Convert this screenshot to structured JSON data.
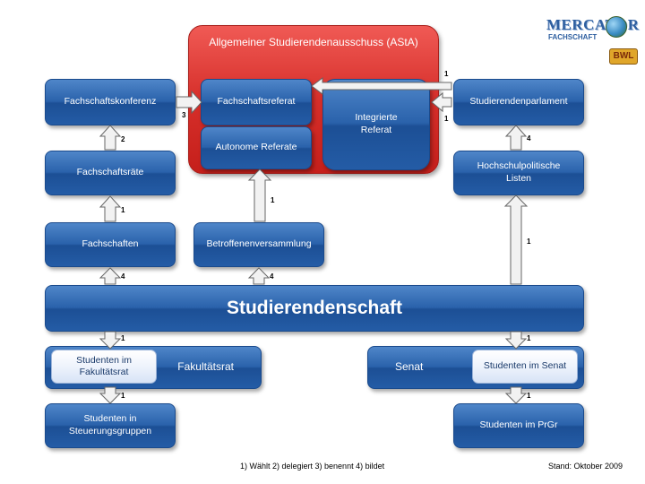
{
  "asta": {
    "title": "Allgemeiner Studierendenausschuss (AStA)"
  },
  "boxes": {
    "fachschaftskonferenz": "Fachschaftskonferenz",
    "fachschaftsraete": "Fachschaftsräte",
    "fachschaften": "Fachschaften",
    "fachschaftsreferat": "Fachschaftsreferat",
    "autonome_referate": "Autonome Referate",
    "integrierte_referat": "Integrierte Referat",
    "betroffenenversammlung": "Betroffenenversammlung",
    "studierendenparlament": "Studierendenparlament",
    "hochschulpolitische_listen": "Hochschulpolitische Listen",
    "studierendenschaft": "Studierendenschaft",
    "fakultaetsrat": "Fakultätsrat",
    "studenten_im_fakultaetsrat": "Studenten im Fakultätsrat",
    "senat": "Senat",
    "studenten_im_senat": "Studenten im Senat",
    "studenten_in_steuerungsgruppen": "Studenten in Steuerungsgruppen",
    "studenten_im_prgr": "Studenten im PrGr"
  },
  "labels": {
    "fk_to_fr": "3",
    "fr_to_fk": "2",
    "fs_to_fr": "1",
    "sch_to_fs": "4",
    "bv_to_asta": "1",
    "sch_to_bv": "4",
    "sp_to_asta_top": "1",
    "sp_to_asta_bottom": "1",
    "hl_to_sp": "4",
    "sch_to_hl": "1",
    "sch_to_fkr": "1",
    "fkr_to_stg": "1",
    "sch_to_senat": "1",
    "senat_to_prgr": "1"
  },
  "logo": {
    "line1": "Mercator",
    "line2": "Fachschaft",
    "badge": "BWL"
  },
  "footer": {
    "legend": "1) Wählt   2) delegiert  3) benennt  4) bildet",
    "stand": "Stand: Oktober 2009"
  },
  "colors": {
    "box_blue": "#2a62ab",
    "asta_red": "#d62f2a",
    "arrow_fill": "#f2f2f2",
    "arrow_stroke": "#666666"
  }
}
